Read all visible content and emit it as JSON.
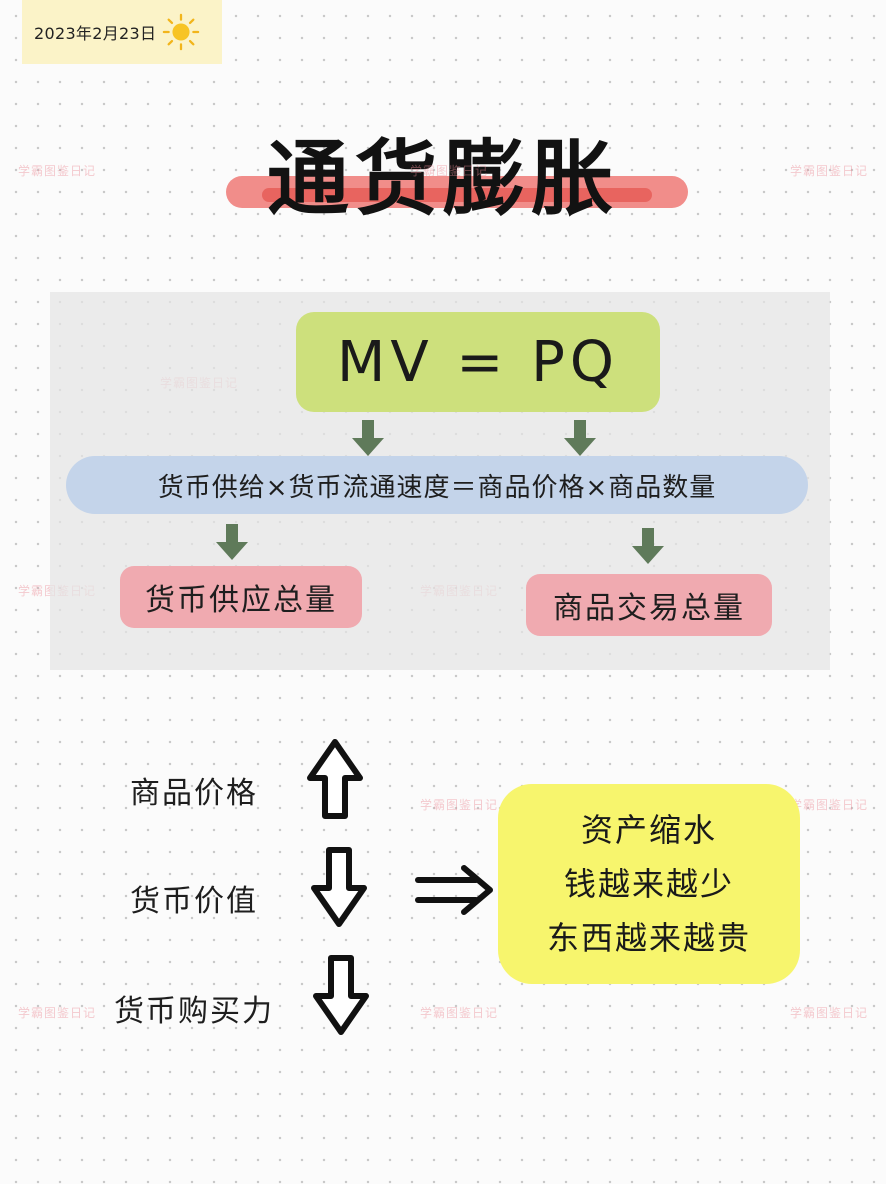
{
  "header": {
    "date": "2023年2月23日",
    "weather_icon": "sun-icon",
    "title": "通货膨胀"
  },
  "formula": {
    "main": "MV = PQ",
    "expanded": "货币供给×货币流通速度＝商品价格×商品数量",
    "left_total": "货币供应总量",
    "right_total": "商品交易总量",
    "arrow_color": "#5f7a5a"
  },
  "effects": {
    "items": [
      {
        "label": "商品价格",
        "direction": "up",
        "icon": "arrow-up-icon"
      },
      {
        "label": "货币价值",
        "direction": "down",
        "icon": "arrow-down-icon"
      },
      {
        "label": "货币购买力",
        "direction": "down",
        "icon": "arrow-down-icon"
      }
    ],
    "implies_icon": "double-arrow-right-icon",
    "result_lines": [
      "资产缩水",
      "钱越来越少",
      "东西越来越贵"
    ]
  },
  "colors": {
    "formula_bg": "#cde07c",
    "band_bg": "#c4d4ea",
    "pink_bg": "#f0aab0",
    "highlight_bg": "#f7f56d",
    "title_underline": "#e8645f"
  },
  "watermark": "学霸图鉴日记"
}
